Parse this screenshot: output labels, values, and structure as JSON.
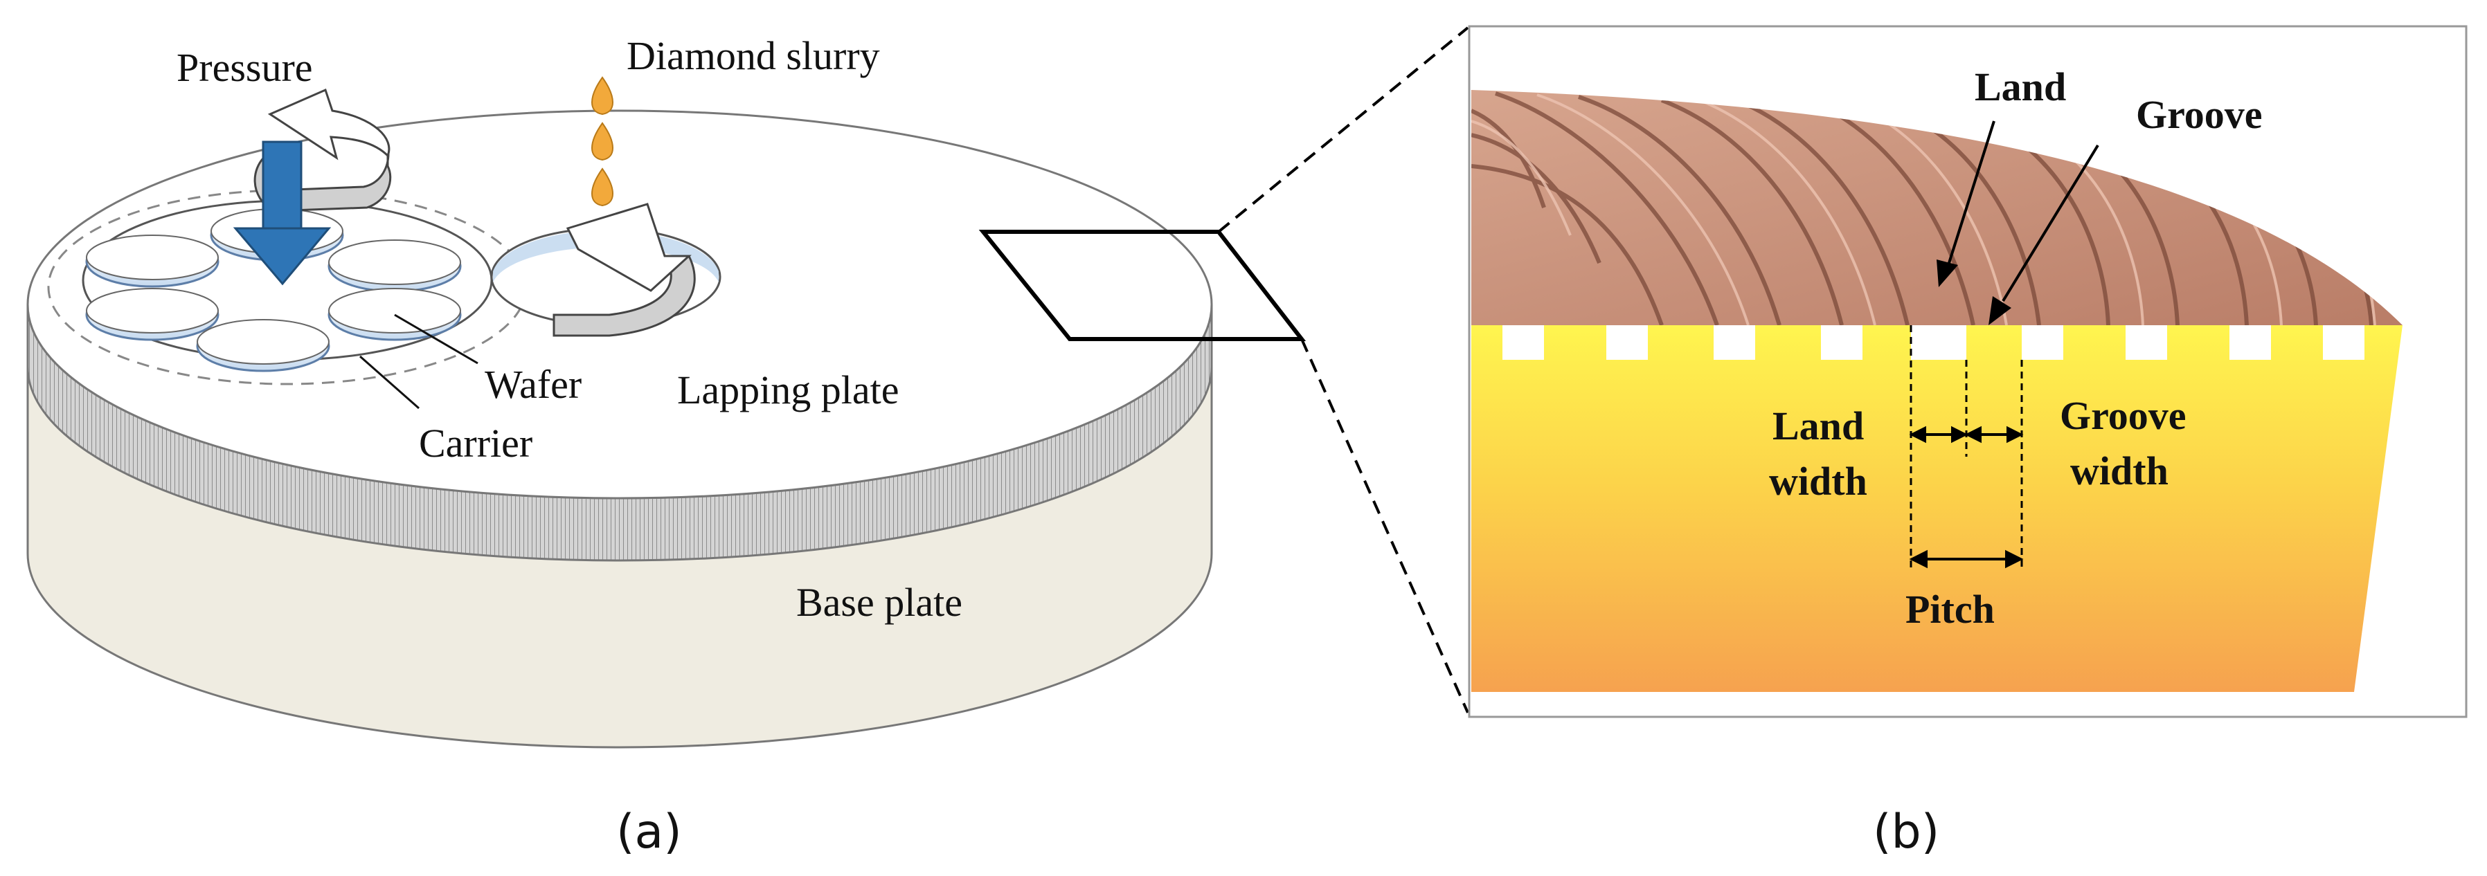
{
  "panel_a": {
    "pressure": "Pressure",
    "diamond_slurry": "Diamond slurry",
    "wafer": "Wafer",
    "carrier": "Carrier",
    "lapping_plate": "Lapping plate",
    "base_plate": "Base plate",
    "caption": "(a)"
  },
  "panel_b": {
    "land": "Land",
    "groove": "Groove",
    "land_width_1": "Land",
    "land_width_2": "width",
    "groove_width_1": "Groove",
    "groove_width_2": "width",
    "pitch": "Pitch",
    "caption": "(b)"
  },
  "colors": {
    "arrow_blue": "#2e75b6",
    "slurry_orange": "#f2a93b",
    "base_plate": "#efece1",
    "lapping_rim": "#c9c9c9",
    "groove_surface": "#c9917a",
    "cross_section_top": "#fff24d",
    "cross_section_bottom": "#f7a64d"
  }
}
